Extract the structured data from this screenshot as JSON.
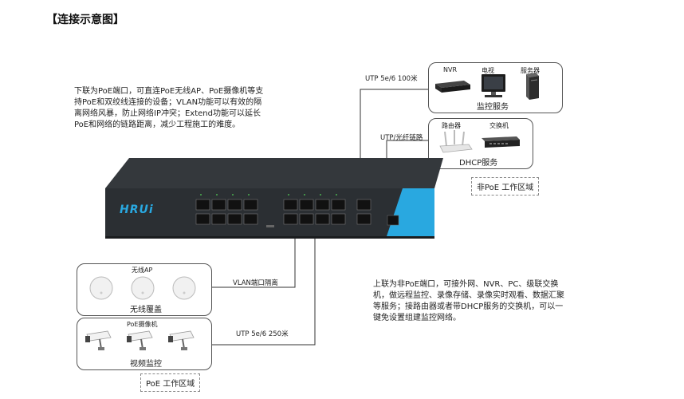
{
  "title": "【连接示意图】",
  "left_note": "下联为PoE端口，可直连PoE无线AP、PoE摄像机等支持PoE和双绞线连接的设备；VLAN功能可以有效的隔离网络风暴，防止网络IP冲突；Extend功能可以延长PoE和网络的链路距离，减少工程施工的难度。",
  "right_note": "上联为非PoE端口，可接外网、NVR、PC、级联交换机，做远程监控、录像存储、录像实时观看、数据汇聚等服务；接路由器或者带DHCP服务的交换机，可以一键免设置组建监控网络。",
  "links": {
    "utp100": "UTP 5e/6 100米",
    "fiber": "UTP/光纤链路",
    "vlan": "VLAN端口隔离",
    "utp250": "UTP 5e/6 250米"
  },
  "monitor_box": {
    "nvr": "NVR",
    "tv": "电视",
    "server": "服务器",
    "caption": "监控服务"
  },
  "dhcp_box": {
    "router": "路由器",
    "switch": "交换机",
    "caption": "DHCP服务"
  },
  "non_poe_zone": "非PoE 工作区域",
  "ap_box": {
    "label": "无线AP",
    "caption": "无线覆盖"
  },
  "camera_box": {
    "label": "PoE摄像机",
    "caption": "视频监控"
  },
  "poe_zone": "PoE 工作区域",
  "brand": "HRUi",
  "colors": {
    "accent": "#29a8e0",
    "chassis": "#2b2f33",
    "line": "#333333"
  }
}
